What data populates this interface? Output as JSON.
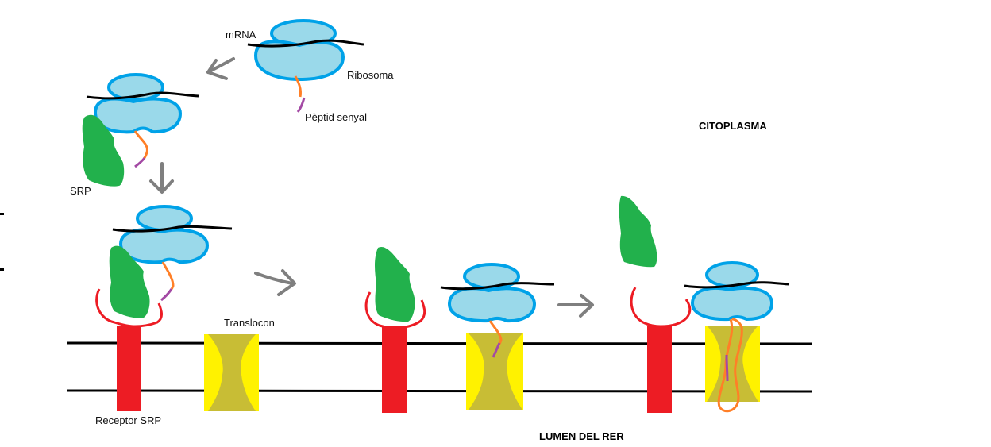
{
  "labels": {
    "mrna": "mRNA",
    "ribosome": "Ribosoma",
    "signal_peptide": "Pèptid senyal",
    "srp": "SRP",
    "translocon": "Translocon",
    "srp_receptor": "Receptor SRP",
    "cytoplasm": "CITOPLASMA",
    "er_lumen": "LUMEN DEL RER"
  },
  "colors": {
    "ribosome_fill": "#9ad9ea",
    "ribosome_stroke": "#00a2e8",
    "mrna": "#000000",
    "peptide": "#ff7f27",
    "signal_peptide": "#a349a4",
    "srp": "#22b14c",
    "receptor": "#ed1c24",
    "translocon_light": "#fff200",
    "translocon_dark": "#c8bd35",
    "arrow": "#7f7f7f",
    "membrane": "#000000"
  },
  "icons": [
    "arrow-icon"
  ]
}
